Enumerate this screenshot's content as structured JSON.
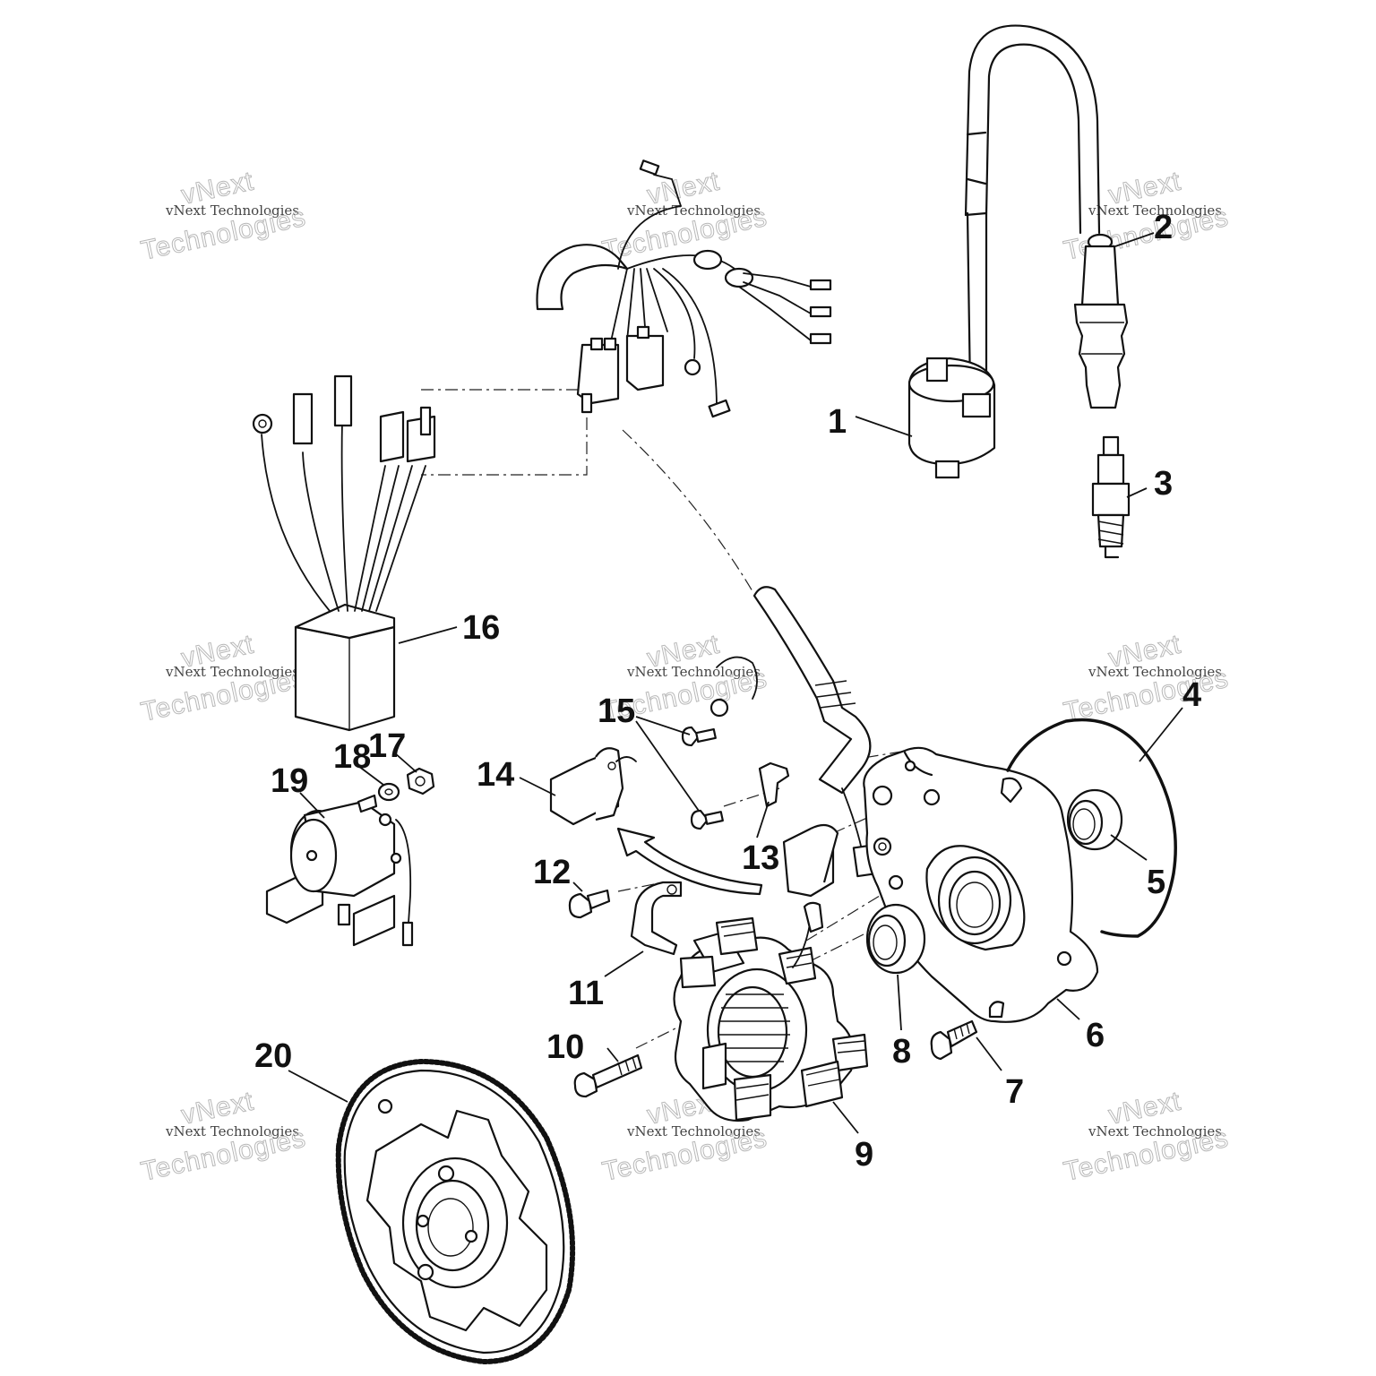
{
  "callouts": {
    "c1": "1",
    "c2": "2",
    "c3": "3",
    "c4": "4",
    "c5": "5",
    "c6": "6",
    "c7": "7",
    "c8": "8",
    "c9": "9",
    "c10": "10",
    "c11": "11",
    "c12": "12",
    "c13": "13",
    "c14": "14",
    "c15": "15",
    "c16": "16",
    "c17": "17",
    "c18": "18",
    "c19": "19",
    "c20": "20"
  },
  "watermark": {
    "line1": "vNext",
    "line2": "vNext Technologies",
    "line3": "Technologies"
  },
  "colors": {
    "ink": "#111111",
    "background": "#ffffff",
    "watermark": "#b8b8b8"
  }
}
